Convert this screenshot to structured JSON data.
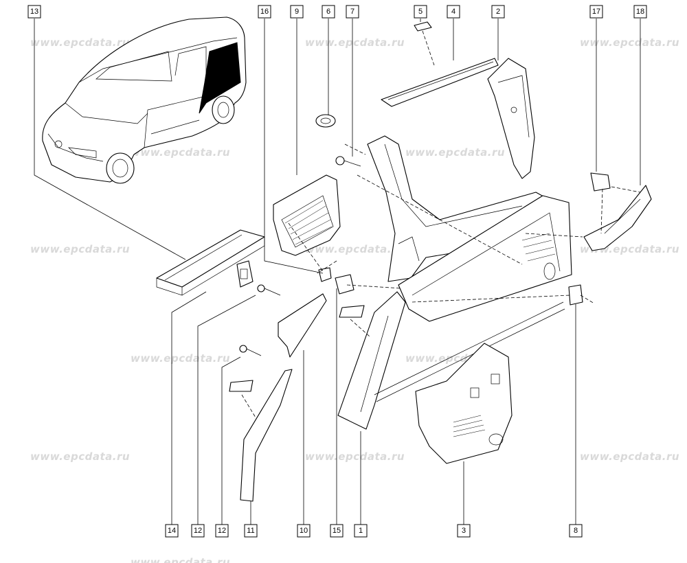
{
  "watermark": {
    "text": "www.epcdata.ru"
  },
  "callouts": {
    "c13": "13",
    "c16": "16",
    "c9": "9",
    "c6": "6",
    "c7": "7",
    "c5": "5",
    "c4": "4",
    "c2": "2",
    "c17": "17",
    "c18": "18",
    "c14": "14",
    "c12a": "12",
    "c12b": "12",
    "c11": "11",
    "c10": "10",
    "c15": "15",
    "c1": "1",
    "c3": "3",
    "c8": "8"
  }
}
